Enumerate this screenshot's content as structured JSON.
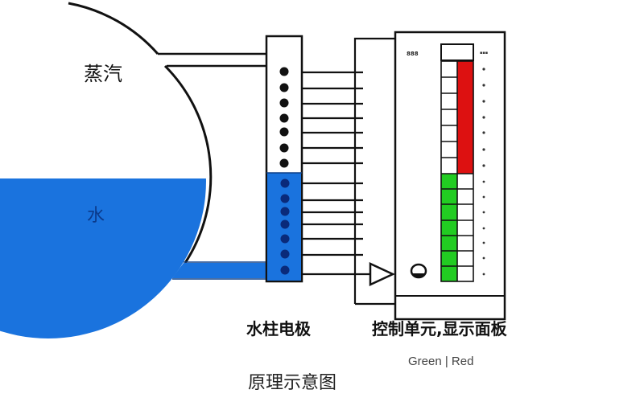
{
  "diagram": {
    "labels": {
      "steam": "蒸汽",
      "water": "水",
      "water_column_electrodes": "水柱电极",
      "control_unit_display_panel": "控制单元,显示面板",
      "legend": "Green | Red",
      "caption": "原理示意图"
    },
    "colors": {
      "water": "#1a73de",
      "electrode_dry": "#111111",
      "electrode_wet": "#0a2a7a",
      "indicator_green": "#22cc22",
      "indicator_red": "#dd1111",
      "line": "#111111"
    },
    "electrodes": {
      "dry_count": 7,
      "wet_count": 7
    },
    "display": {
      "rows": 14,
      "red_lit_rows": 7,
      "green_lit_rows": 7
    }
  }
}
